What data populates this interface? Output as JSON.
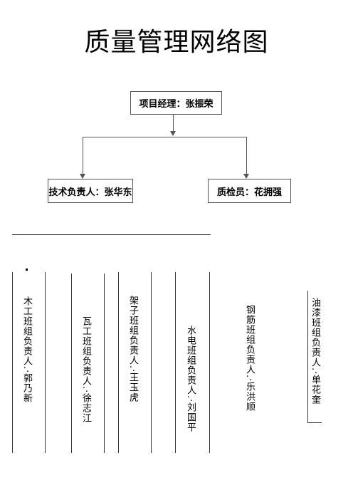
{
  "title": "质量管理网络图",
  "manager": "项目经理：张振荣",
  "tech_lead": "技术负责人：张华东",
  "inspector": "质检员：花拥强",
  "teams": [
    "木工班组负责人.·郭乃新",
    "瓦工班组负责人.·徐志江",
    "架子班组负责人.·王玉虎",
    "水电班组负责人.·刘国平",
    "钢筋班组负责人.·乐洪顺",
    "油漆班组负责人.·单花奎"
  ],
  "colors": {
    "line": "#555555",
    "text": "#000000"
  }
}
